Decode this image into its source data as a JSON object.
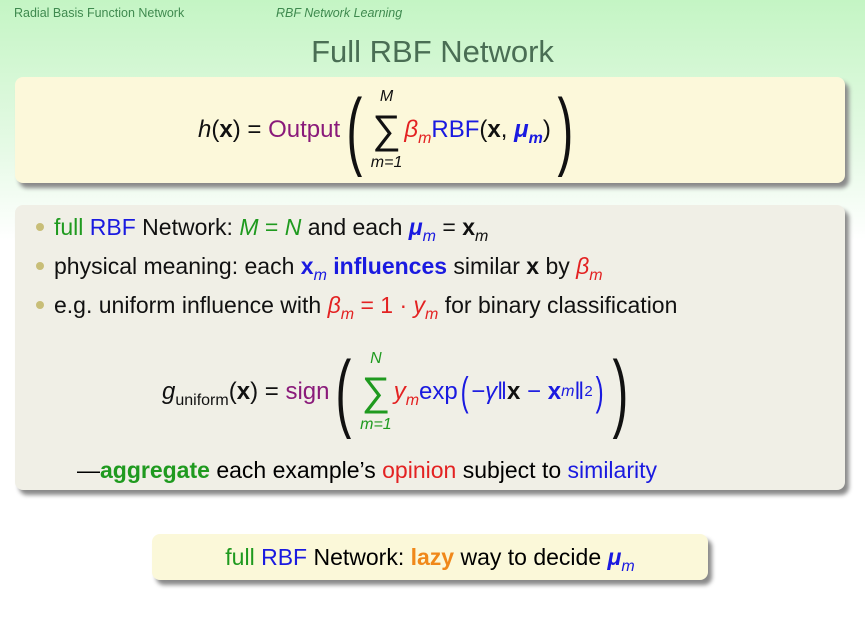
{
  "header": {
    "section": "Radial Basis Function Network",
    "subsection": "RBF Network Learning"
  },
  "title": "Full RBF Network",
  "colors": {
    "green": "#1f9a1f",
    "blue": "#1a1ae0",
    "red": "#e32222",
    "purple": "#8a1a7a",
    "orange": "#f0881a"
  },
  "formula1": {
    "h": "h",
    "x": "x",
    "eq": "=",
    "output": "Output",
    "sum": "∑",
    "upper": "M",
    "lower": "m=1",
    "beta": "β",
    "m": "m",
    "rbf": "RBF",
    "mu": "μ"
  },
  "bullets": [
    [
      {
        "t": "full ",
        "c": "green"
      },
      {
        "t": "RBF",
        "c": "blue"
      },
      {
        "t": " Network: "
      },
      {
        "t": "M",
        "c": "green",
        "i": 1
      },
      {
        "t": " = ",
        "c": "green"
      },
      {
        "t": "N",
        "c": "green",
        "i": 1
      },
      {
        "t": " and each "
      },
      {
        "t": "μ",
        "c": "blue",
        "i": 1,
        "b": 1,
        "sub": "m"
      },
      {
        "t": " = "
      },
      {
        "t": "x",
        "b": 1,
        "sub": "m"
      }
    ],
    [
      {
        "t": "physical meaning: each "
      },
      {
        "t": "x",
        "c": "blue",
        "b": 1,
        "sub": "m"
      },
      {
        "t": " influences",
        "c": "blue",
        "b": 1
      },
      {
        "t": " similar "
      },
      {
        "t": "x",
        "b": 1
      },
      {
        "t": " by "
      },
      {
        "t": "β",
        "c": "red",
        "i": 1,
        "sub": "m"
      }
    ],
    [
      {
        "t": "e.g. uniform influence with "
      },
      {
        "t": "β",
        "c": "red",
        "i": 1,
        "sub": "m"
      },
      {
        "t": " = 1 · ",
        "c": "red"
      },
      {
        "t": "y",
        "c": "red",
        "i": 1,
        "sub": "m"
      },
      {
        "t": " for binary classification"
      }
    ]
  ],
  "formula2": {
    "g": "g",
    "gsub": "uniform",
    "x": "x",
    "eq": "=",
    "sign": "sign",
    "sum": "∑",
    "upper": "N",
    "lower": "m=1",
    "y": "y",
    "m": "m",
    "exp": "exp",
    "neg": "−γ",
    "minus": "−",
    "sq": "2"
  },
  "aggregate": [
    {
      "t": "—"
    },
    {
      "t": "aggregate",
      "c": "green",
      "b": 1
    },
    {
      "t": " each example’s "
    },
    {
      "t": "opinion",
      "c": "red"
    },
    {
      "t": " subject to "
    },
    {
      "t": "similarity",
      "c": "blue"
    }
  ],
  "summary": [
    {
      "t": "full ",
      "c": "green"
    },
    {
      "t": "RBF",
      "c": "blue"
    },
    {
      "t": " Network: "
    },
    {
      "t": "lazy",
      "c": "orange",
      "b": 1
    },
    {
      "t": " way to decide "
    },
    {
      "t": "μ",
      "c": "blue",
      "i": 1,
      "b": 1,
      "sub": "m"
    }
  ]
}
